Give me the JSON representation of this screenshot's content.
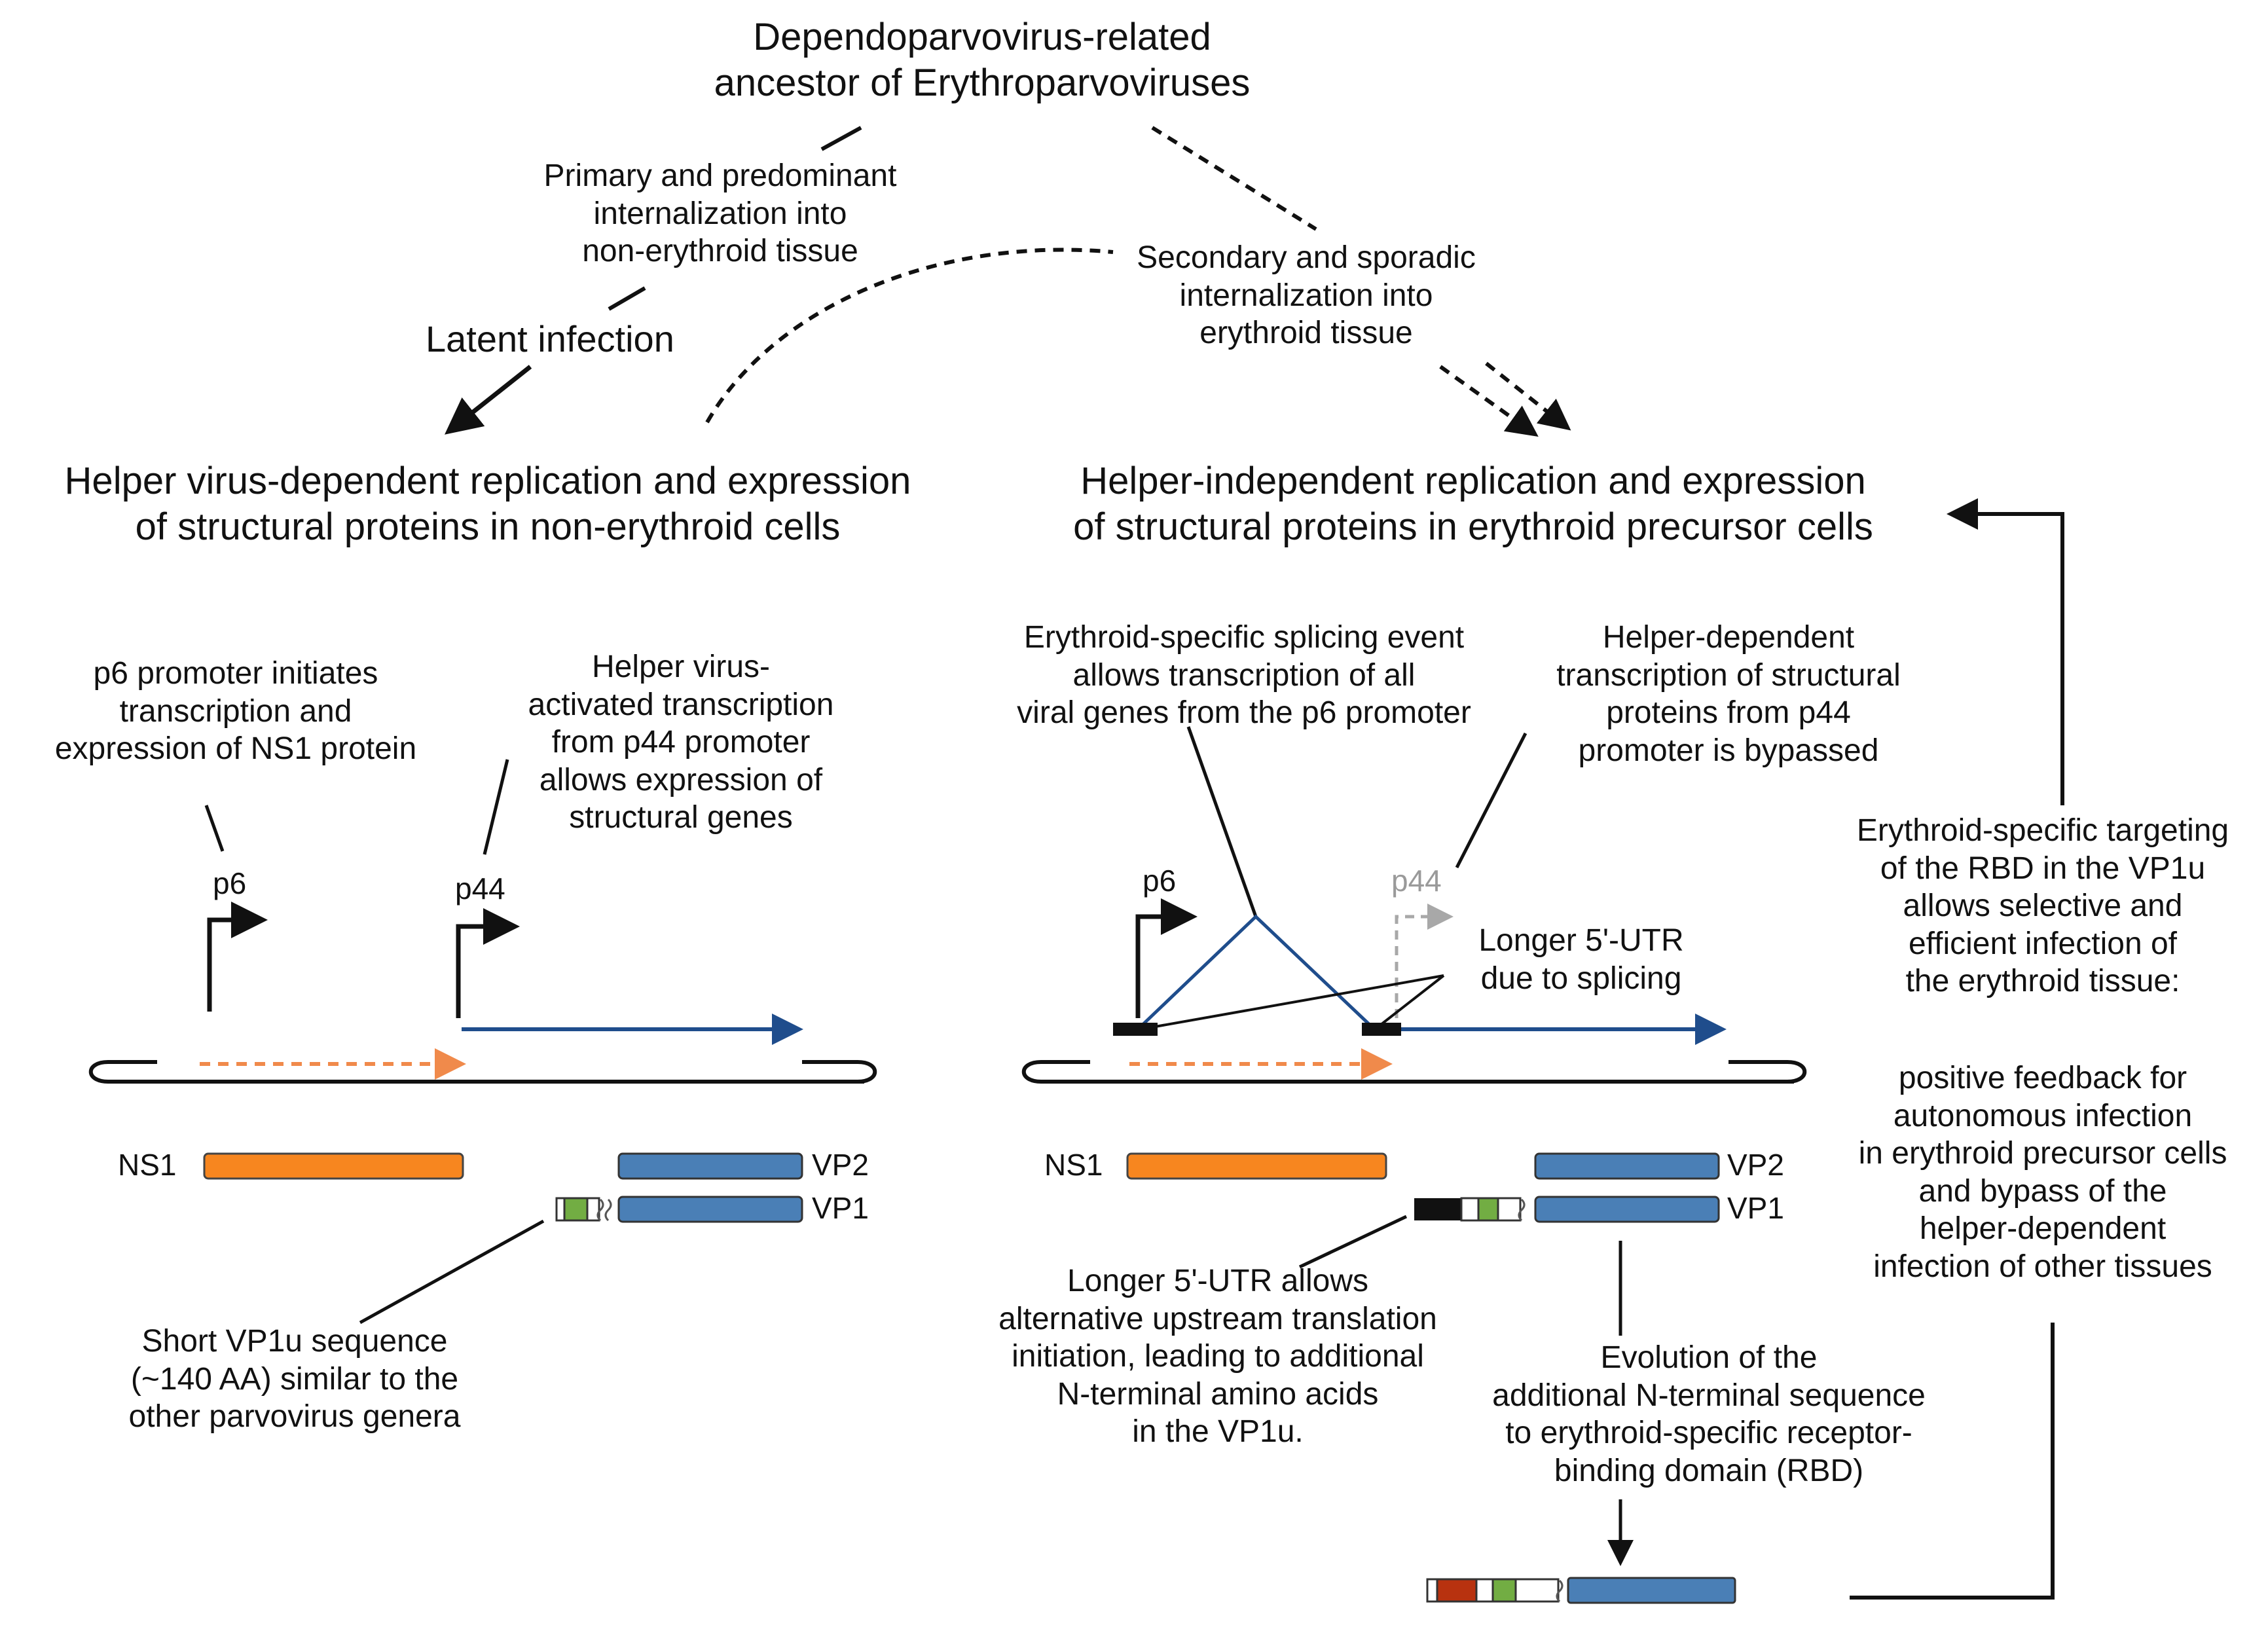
{
  "top_title": [
    "Dependoparvovirus-related",
    "ancestor of Erythroparvoviruses"
  ],
  "primary_path": [
    "Primary and predominant",
    "internalization into",
    "non-erythroid tissue"
  ],
  "latent_infection": "Latent infection",
  "secondary_path": [
    "Secondary and sporadic",
    "internalization into",
    "erythroid tissue"
  ],
  "left_heading": [
    "Helper virus-dependent replication and expression",
    "of structural proteins in non-erythroid cells"
  ],
  "right_heading": [
    "Helper-independent replication and expression",
    "of structural proteins in erythroid precursor cells"
  ],
  "left": {
    "p6_note": [
      "p6 promoter initiates",
      "transcription and",
      "expression of NS1 protein"
    ],
    "p44_note": [
      "Helper virus-",
      "activated transcription",
      "from p44 promoter",
      "allows expression of",
      "structural genes"
    ],
    "p6_label": "p6",
    "p44_label": "p44",
    "ns1": "NS1",
    "vp2": "VP2",
    "vp1": "VP1",
    "vp1u_note": [
      "Short VP1u sequence",
      "(~140 AA) similar to the",
      "other parvovirus genera"
    ]
  },
  "right": {
    "splicing_note": [
      "Erythroid-specific splicing event",
      "allows transcription of all",
      "viral genes from the p6 promoter"
    ],
    "bypass_note": [
      "Helper-dependent",
      "transcription of structural",
      "proteins from p44",
      "promoter is bypassed"
    ],
    "p6_label": "p6",
    "p44_label": "p44",
    "utr_note": [
      "Longer 5'-UTR",
      "due to splicing"
    ],
    "ns1": "NS1",
    "vp2": "VP2",
    "vp1": "VP1",
    "translation_note": [
      "Longer 5'-UTR allows",
      "alternative upstream translation",
      "initiation, leading to additional",
      "N-terminal amino acids",
      "in the VP1u."
    ],
    "evolution_note": [
      "Evolution of the",
      "additional N-terminal sequence",
      "to erythroid-specific receptor-",
      "binding domain (RBD)"
    ]
  },
  "side": {
    "targeting_note": [
      "Erythroid-specific targeting",
      "of the RBD in the VP1u",
      "allows selective and",
      "efficient infection of",
      "the erythroid tissue:"
    ],
    "feedback_note": [
      "positive feedback for",
      "autonomous infection",
      "in erythroid precursor cells",
      "and bypass of the",
      "helper-dependent",
      "infection of other tissues"
    ]
  },
  "colors": {
    "ns1_orange": "#f7861f",
    "vp_blue": "#4a7fb6",
    "transcript_blue": "#1f4d8c",
    "rbd_red": "#b8320f",
    "vp1u_green": "#72ad43",
    "p44_grey": "#a8a8a8"
  }
}
